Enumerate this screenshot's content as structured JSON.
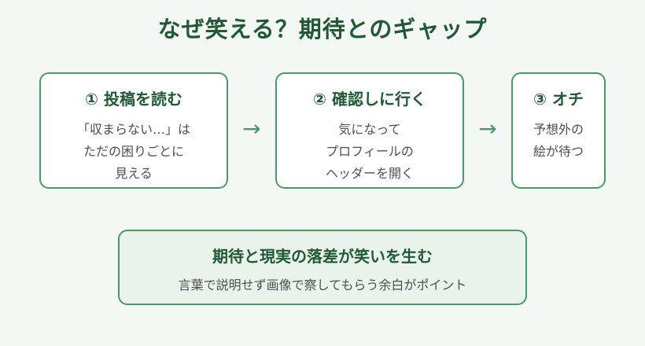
{
  "title": "なぜ笑える？期待とのギャップ",
  "steps": [
    {
      "heading": "① 投稿を読む",
      "lines": [
        "「収まらない…」は",
        "ただの困りごとに",
        "見える"
      ]
    },
    {
      "heading": "② 確認しに行く",
      "lines": [
        "気になって",
        "プロフィールの",
        "ヘッダーを開く"
      ]
    },
    {
      "heading": "③ オチ",
      "lines": [
        "予想外の",
        "絵が待つ"
      ]
    }
  ],
  "arrows": [
    "→",
    "→"
  ],
  "summary": {
    "title": "期待と現実の落差が笑いを生む",
    "text": "言葉で説明せず画像で察してもらう余白がポイント"
  },
  "colors": {
    "background": "#f3f8f4",
    "accent": "#4a9a66",
    "heading": "#1f5a34",
    "body_text": "#4f4f4f",
    "summary_fill": "#e9f3ec"
  }
}
